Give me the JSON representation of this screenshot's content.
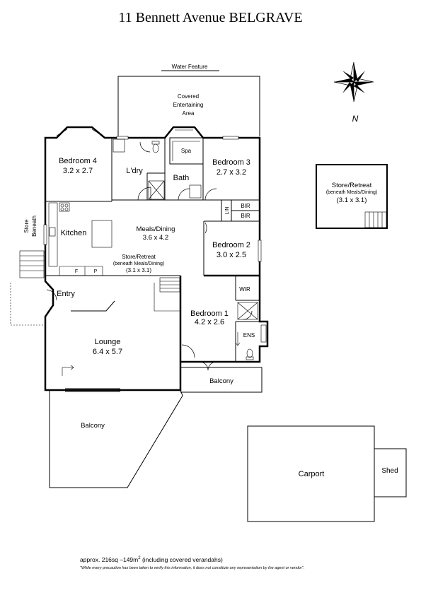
{
  "title": "11 Bennett Avenue BELGRAVE",
  "compass": {
    "label": "N",
    "icon": "compass-rose-icon"
  },
  "rooms": {
    "water_feature": "Water Feature",
    "covered_line1": "Covered",
    "covered_line2": "Entertaining",
    "covered_line3": "Area",
    "bedroom4_name": "Bedroom 4",
    "bedroom4_dim": "3.2 x 2.7",
    "laundry": "L'dry",
    "spa": "Spa",
    "bath": "Bath",
    "bedroom3_name": "Bedroom 3",
    "bedroom3_dim": "2.7 x 3.2",
    "lin": "LIN",
    "bir1": "BIR",
    "bir2": "BIR",
    "store_beneath_line1": "Store",
    "store_beneath_line2": "Beneath",
    "kitchen": "Kitchen",
    "meals_name": "Meals/Dining",
    "meals_dim": "3.6 x 4.2",
    "bedroom2_name": "Bedroom 2",
    "bedroom2_dim": "3.0 x 2.5",
    "store_retreat_name": "Store/Retreat",
    "store_retreat_sub": "(beneath Meals/Dining)",
    "store_retreat_dim": "(3.1 x 3.1)",
    "fridge": "F",
    "pantry": "P",
    "entry": "Entry",
    "wir": "WIR",
    "bedroom1_name": "Bedroom 1",
    "bedroom1_dim": "4.2 x 2.6",
    "ens": "ENS",
    "lounge_name": "Lounge",
    "lounge_dim": "6.4 x 5.7",
    "balcony_small": "Balcony",
    "balcony_large": "Balcony",
    "carport": "Carport",
    "shed": "Shed",
    "separate_store_name": "Store/Retreat",
    "separate_store_sub": "(beneath Meals/Dining)",
    "separate_store_dim": "(3.1 x 3.1)"
  },
  "footer": {
    "area_prefix": "approx. 216sq –149m",
    "area_sup": "2",
    "area_suffix": "  (including covered verandahs)",
    "disclaimer": "\"While every precaution has been taken to verify this information, it does not constitute any representation by the agent or vendor\"."
  }
}
